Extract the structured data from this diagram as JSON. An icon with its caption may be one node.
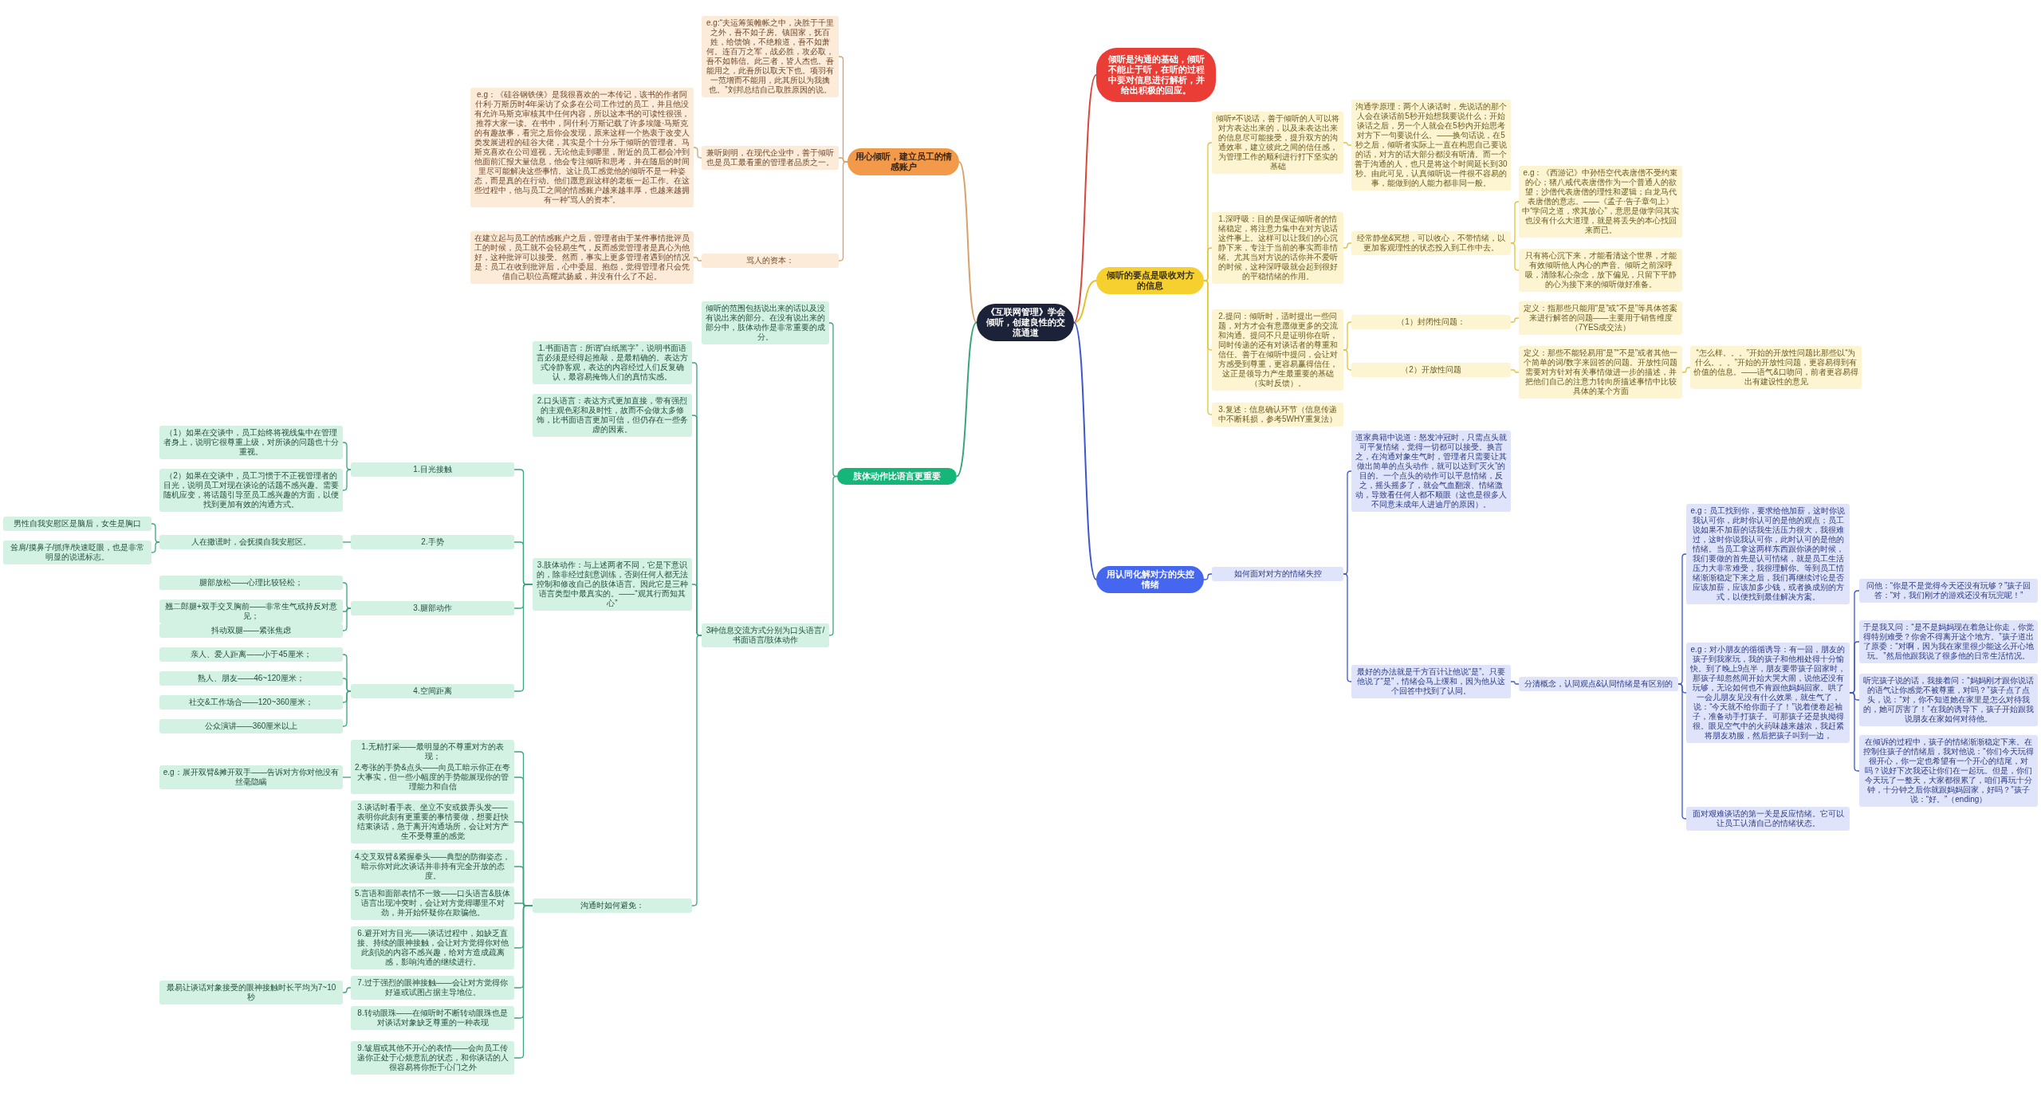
{
  "diagram": {
    "nodes": [
      {
        "text": [
          "《互联网管理》学会倾听，创建良性的交流通道"
        ]
      },
      {
        "text": [
          "倾听是沟通的基础，倾听不能止于听，在听的过程中要对信息进行解析，并给出积极的回应。"
        ]
      },
      {
        "text": [
          "用心倾听，建立员工的情感账户"
        ]
      },
      {
        "text": [
          "e.g:“夫运筹策帷帐之中，决胜于千里之外，吾不如子房。镇国家，抚百姓，给馈饷，不绝粮道，吾不如萧何。连百万之军，战必胜，攻必取，吾不如韩信。此三者，皆人杰也。吾能用之，此吾所以取天下也。项羽有一范增而不能用，此其所以为我擒也。”刘邦总结自己取胜原因的说。"
        ]
      },
      {
        "text": [
          "兼听则明，在现代企业中，善于倾听也是员工最看重的管理者品质之一。"
        ]
      },
      {
        "text": [
          "e.g：《硅谷钢铁侠》是我很喜欢的一本传记，该书的作者阿什利·万斯历时4年采访了众多在公司工作过的员工，并且他没有允许马斯克审核其中任何内容，所以这本书的可读性很强，推荐大家一读。在书中，阿什利·万斯记载了许多埃隆·马斯克的有趣故事，看完之后你会发现，原来这样一个热衷于改变人类发展进程的硅谷大佬，其实是个十分乐于倾听的管理者。马斯克喜欢在公司巡视，无论他走到哪里，附近的员工都会冲到他面前汇报大量信息，他会专注倾听和思考，并在随后的时间里尽可能解决这些事情。这让员工感觉他的倾听不是一种姿态，而是真的在行动。他们愿意跟这样的老板一起工作。在这些过程中，他与员工之间的情感账户越来越丰厚，也越来越拥有一种“骂人的资本”。"
        ]
      },
      {
        "text": [
          "骂人的资本："
        ]
      },
      {
        "text": [
          "在建立起与员工的情感账户之后，管理者由于某件事情批评员工的时候，员工就不会轻易生气，反而感觉管理者是真心为他好，这种批评可以接受。然而，事实上更多管理者遇到的情况是：员工在收到批评后，心中委屈、抱怨，觉得管理者只会凭借自己职位高耀武扬威，并没有什么了不起。"
        ]
      },
      {
        "text": [
          "倾听的要点是吸收对方的信息"
        ]
      },
      {
        "text": [
          "倾听≠不说话，善于倾听的人可以将对方表达出来的，以及未表达出来的信息尽可能接受，提升双方的沟通效率，建立彼此之间的信任感，为管理工作的顺利进行打下坚实的基础"
        ]
      },
      {
        "text": [
          "沟通学原理：两个人谈话时，先说话的那个人会在谈话前5秒开始想我要说什么；开始谈话之后，另一个人就会在5秒内开始思考对方下一句要说什么。——换句话说，在5秒之后，倾听者实际上一直在构思自己要说的话，对方的话大部分都没有听清。而一个善于沟通的人，也只是将这个时间延长到30秒。由此可见，认真倾听说一件很不容易的事，能做到的人能力都非同一般。"
        ]
      },
      {
        "text": [
          "1.深呼吸：目的是保证倾听者的情绪稳定，将注意力集中在对方说话这件事上。这样可以让我们的心沉静下来，专注于当前的事实而非情绪。尤其当对方说的话你并不爱听的时候，这种深呼吸就会起到很好的平稳情绪的作用。"
        ]
      },
      {
        "text": [
          "经常静坐&冥想，可以收心，不带情绪，以更加客观理性的状态投入到工作中去。"
        ]
      },
      {
        "text": [
          "e.g：《西游记》中孙悟空代表唐僧不受约束的心；猪八戒代表唐僧作为一个普通人的欲望；沙僧代表唐僧的理性和逻辑；白龙马代表唐僧的意志。——《孟子·告子章句上》中“学问之道，求其放心”，意思是做学问其实也没有什么大道理，就是将丢失的本心找回来而已。"
        ]
      },
      {
        "text": [
          "只有将心沉下来，才能看清这个世界，才能有效倾听他人内心的声音。倾听之前深呼吸，清除私心杂念，放下偏见，只留下平静的心为接下来的倾听做好准备。"
        ]
      },
      {
        "text": [
          "2.提问：倾听时，适时提出一些问题，对方才会有意愿做更多的交流和沟通。提问不只是证明你在听，同时传递的还有对谈话者的尊重和信任。善于在倾听中提问，会让对方感受到尊重，更容易赢得信任，这正是领导力产生最重要的基础（实时反馈）。"
        ]
      },
      {
        "text": [
          "（1）封闭性问题："
        ]
      },
      {
        "text": [
          "定义：指那些只能用“是”或“不是”等具体答案来进行解答的问题——主要用于销售维度（7YES成交法）"
        ]
      },
      {
        "text": [
          "（2）开放性问题"
        ]
      },
      {
        "text": [
          "定义：那些不能轻易用“是”“不是”或者其他一个简单的词/数字来回答的问题。开放性问题需要对方针对有关事情做进一步的描述，并把他们自己的注意力转向所描述事情中比较具体的某个方面"
        ]
      },
      {
        "text": [
          "“怎么样。。。”开始的开放性问题比那些以“为什么。。。”开始的开放性问题，更容易得到有价值的信息。——语气&口吻问，前者更容易得出有建设性的意见"
        ]
      },
      {
        "text": [
          "3.复述：信息确认环节（信息传递中不断耗损，参考5WHY重复法）"
        ]
      },
      {
        "text": [
          "用认同化解对方的失控情绪"
        ]
      },
      {
        "text": [
          "如何面对对方的情绪失控"
        ]
      },
      {
        "text": [
          "道家典籍中说道：怒发冲冠时，只需点头就可平复情绪，觉得一切都可以接受。换言之，在沟通对象生气时，管理者只需要让其做出简单的点头动作，就可以达到“灭火”的目的。一个点头的动作可以平息情绪，反之，摇头摇多了，就会气血翻滚、情绪激动，导致看任何人都不顺眼（这也是很多人不同意未成年人进迪厅的原因）。"
        ]
      },
      {
        "text": [
          "最好的办法就是千方百计让他说“是”。只要他说了“是”，情绪会马上缓和，因为他从这个回答中找到了认同。"
        ]
      },
      {
        "text": [
          "分清概念，认同观点&认同情绪是有区别的"
        ]
      },
      {
        "text": [
          "e.g：员工找到你，要求给他加薪，这时你说我认可你，此时你认可的是他的观点；员工说如果不加薪的话我生活压力很大，我很难过，这时你说我认可你，此时认可的是他的情绪。当员工拿这两样东西跟你谈的时候，我们要做的首先是认可情绪，就是员工生活压力大非常难受，我很理解你。等到员工情绪渐渐稳定下来之后，我们再继续讨论是否应该加薪，应该加多少钱，或者换成别的方式，以便找到最佳解决方案。"
        ]
      },
      {
        "text": [
          "e.g：对小朋友的循循诱导：有一回，朋友的孩子到我家玩，我的孩子和他相处得十分愉快。到了晚上9点半，朋友要带孩子回家时，那孩子却忽然间开始大哭大闹，说他还没有玩够，无论如何也不肯跟他妈妈回家。哄了一会儿朋友见没有什么效果，就生气了，说：“今天就不给你面子了！”说着便卷起袖子，准备动手打孩子。可那孩子还是执拗得很。眼见空气中的火药味越来越浓，我赶紧将朋友劝服，然后把孩子叫到一边，"
        ]
      },
      {
        "text": [
          "问他：“你是不是觉得今天还没有玩够？”孩子回答：“对，我们刚才的游戏还没有玩完呢！”"
        ]
      },
      {
        "text": [
          "于是我又问：“是不是妈妈现在着急让你走，你觉得特别难受？你舍不得离开这个地方。”孩子道出了原委：“对啊，因为我在家里很少能这么开心地玩。”然后他跟我说了很多他的日常生活情况。"
        ]
      },
      {
        "text": [
          "听完孩子说的话，我接着问：“妈妈刚才跟你说话的语气让你感觉不被尊重，对吗？”孩子点了点头，说：“对，你不知道她在家里是怎么对待我的，她可厉害了！”在我的诱导下，孩子开始跟我说朋友在家如何对待他。"
        ]
      },
      {
        "text": [
          "在倾诉的过程中，孩子的情绪渐渐稳定下来。在控制住孩子的情绪后，我对他说：“你们今天玩得很开心，你一定也希望有一个开心的结尾，对吗？说好下次我还让你们在一起玩。但是，你们今天玩了一整天，大家都很累了，咱们再玩十分钟，十分钟之后你就跟妈妈回家，好吗？”孩子说：“好。”（ending）"
        ]
      },
      {
        "text": [
          "面对艰难谈话的第一关是反应情绪。它可以让员工认清自己的情绪状态。"
        ]
      },
      {
        "text": [
          "肢体动作比语言更重要"
        ]
      },
      {
        "text": [
          "倾听的范围包括说出来的话以及没有说出来的部分。在没有说出来的部分中，肢体动作是非常重要的成分。"
        ]
      },
      {
        "text": [
          "3种信息交流方式分别为口头语言/书面语言/肢体动作"
        ]
      },
      {
        "text": [
          "1.书面语言：所谓“白纸黑字”，说明书面语言必须是经得起推敲，是最精确的。表达方式冷静客观，表达的内容经过人们反复确认，最容易掩饰人们的真情实感。"
        ]
      },
      {
        "text": [
          "2.口头语言：表达方式更加直接，带有强烈的主观色彩和及时性，故而不会做太多修饰，比书面语言更加可信，但仍存在一些务虚的因素。"
        ]
      },
      {
        "text": [
          "3.肢体动作：与上述两者不同，它是下意识的，除非经过刻意训练，否则任何人都无法控制和修改自己的肢体语言。因此它是三种语言类型中最真实的。——“观其行而知其心”"
        ]
      },
      {
        "text": [
          "1.目光接触"
        ]
      },
      {
        "text": [
          "（1）如果在交谈中，员工始终将视线集中在管理者身上，说明它很尊重上级，对所谈的问题也十分重视。"
        ]
      },
      {
        "text": [
          "（2）如果在交谈中，员工习惯于不正视管理者的目光，说明员工对现在谈论的话题不感兴趣。需要随机应变，将话题引导至员工感兴趣的方面，以便找到更加有效的沟通方式。"
        ]
      },
      {
        "text": [
          "2.手势"
        ]
      },
      {
        "text": [
          "人在撒谎时，会抚摸自我安慰区。"
        ]
      },
      {
        "text": [
          "男性自我安慰区是脑后，女生是胸口"
        ]
      },
      {
        "text": [
          "耸肩/摸鼻子/抓痒/快速眨眼，也是非常明显的说谎标志。"
        ]
      },
      {
        "text": [
          "3.腿部动作"
        ]
      },
      {
        "text": [
          "腿部放松——心理比较轻松；"
        ]
      },
      {
        "text": [
          "翘二郎腿+双手交叉胸前——非常生气或持反对意见；"
        ]
      },
      {
        "text": [
          "抖动双腿——紧张焦虑"
        ]
      },
      {
        "text": [
          "4.空间距离"
        ]
      },
      {
        "text": [
          "亲人、爱人距离——小于45厘米；"
        ]
      },
      {
        "text": [
          "熟人、朋友——46~120厘米；"
        ]
      },
      {
        "text": [
          "社交&工作场合——120~360厘米；"
        ]
      },
      {
        "text": [
          "公众演讲——360厘米以上"
        ]
      },
      {
        "text": [
          "沟通时如何避免："
        ]
      },
      {
        "text": [
          "1.无精打采——最明显的不尊重对方的表现；"
        ]
      },
      {
        "text": [
          "2.夸张的手势&点头——向员工暗示你正在夸大事实，但一些小幅度的手势能展现你的管理能力和自信"
        ]
      },
      {
        "text": [
          "e.g：展开双臂&摊开双手——告诉对方你对他没有丝毫隐瞒"
        ]
      },
      {
        "text": [
          "3.谈话时看手表、坐立不安或拨弄头发——表明你此刻有更重要的事情要做，想要赶快结束谈话，急于离开沟通场所，会让对方产生不受尊重的感觉"
        ]
      },
      {
        "text": [
          "4.交叉双臂&紧握拳头——典型的防御姿态，暗示你对此次谈话并非持有完全开放的态度。"
        ]
      },
      {
        "text": [
          "5.言语和面部表情不一致——口头语言&肢体语言出现冲突时，会让对方觉得哪里不对劲，并开始怀疑你在欺骗他。"
        ]
      },
      {
        "text": [
          "6.避开对方目光——谈话过程中，如缺乏直接、持续的眼神接触，会让对方觉得你对他此刻说的内容不感兴趣，给对方造成疏离感，影响沟通的继续进行。"
        ]
      },
      {
        "text": [
          "7.过于强烈的眼神接触——会让对方觉得你好逼或试图占据主导地位。"
        ]
      },
      {
        "text": [
          "最易让谈话对象接受的眼神接触时长平均为7~10秒"
        ]
      },
      {
        "text": [
          "8.转动眼珠——在倾听时不断转动眼珠也是对谈话对象缺乏尊重的一种表现"
        ]
      },
      {
        "text": [
          "9.皱眉或其他不开心的表情——会向员工传递你正处于心烦意乱的状态，和你谈话的人很容易将你拒于心门之外"
        ]
      }
    ],
    "edges": [
      {
        "from": 0,
        "to": 1,
        "arrow": "none",
        "color": "#d9473c"
      },
      {
        "from": 0,
        "to": 2,
        "arrow": "none",
        "color": "#d8a06a"
      },
      {
        "from": 2,
        "to": 3,
        "arrow": "none",
        "color": "#d8a06a"
      },
      {
        "from": 2,
        "to": 4,
        "arrow": "none",
        "color": "#d8a06a"
      },
      {
        "from": 4,
        "to": 5,
        "arrow": "none",
        "color": "#d8a06a"
      },
      {
        "from": 2,
        "to": 6,
        "arrow": "none",
        "color": "#d8a06a"
      },
      {
        "from": 6,
        "to": 7,
        "arrow": "none",
        "color": "#d8a06a"
      },
      {
        "from": 0,
        "to": 8,
        "arrow": "none",
        "color": "#e3c22f"
      },
      {
        "from": 8,
        "to": 9,
        "arrow": "none",
        "color": "#e3c22f"
      },
      {
        "from": 9,
        "to": 10,
        "arrow": "none",
        "color": "#e3c22f"
      },
      {
        "from": 8,
        "to": 11,
        "arrow": "none",
        "color": "#e3c22f"
      },
      {
        "from": 11,
        "to": 12,
        "arrow": "none",
        "color": "#e3c22f"
      },
      {
        "from": 12,
        "to": 13,
        "arrow": "none",
        "color": "#e3c22f"
      },
      {
        "from": 12,
        "to": 14,
        "arrow": "none",
        "color": "#e3c22f"
      },
      {
        "from": 8,
        "to": 15,
        "arrow": "none",
        "color": "#e3c22f"
      },
      {
        "from": 15,
        "to": 16,
        "arrow": "none",
        "color": "#e3c22f"
      },
      {
        "from": 16,
        "to": 17,
        "arrow": "none",
        "color": "#e3c22f"
      },
      {
        "from": 15,
        "to": 18,
        "arrow": "none",
        "color": "#e3c22f"
      },
      {
        "from": 18,
        "to": 19,
        "arrow": "none",
        "color": "#e3c22f"
      },
      {
        "from": 19,
        "to": 20,
        "arrow": "none",
        "color": "#e3c22f"
      },
      {
        "from": 8,
        "to": 21,
        "arrow": "none",
        "color": "#e3c22f"
      },
      {
        "from": 0,
        "to": 22,
        "arrow": "none",
        "color": "#3b57cf"
      },
      {
        "from": 22,
        "to": 23,
        "arrow": "none",
        "color": "#3b57cf"
      },
      {
        "from": 23,
        "to": 24,
        "arrow": "none",
        "color": "#3b57cf"
      },
      {
        "from": 23,
        "to": 25,
        "arrow": "none",
        "color": "#3b57cf"
      },
      {
        "from": 25,
        "to": 26,
        "arrow": "none",
        "color": "#3b57cf"
      },
      {
        "from": 26,
        "to": 27,
        "arrow": "none",
        "color": "#3b57cf"
      },
      {
        "from": 26,
        "to": 28,
        "arrow": "none",
        "color": "#3b57cf"
      },
      {
        "from": 28,
        "to": 29,
        "arrow": "none",
        "color": "#3b57cf"
      },
      {
        "from": 28,
        "to": 30,
        "arrow": "none",
        "color": "#3b57cf"
      },
      {
        "from": 28,
        "to": 31,
        "arrow": "none",
        "color": "#3b57cf"
      },
      {
        "from": 28,
        "to": 32,
        "arrow": "none",
        "color": "#3b57cf"
      },
      {
        "from": 26,
        "to": 33,
        "arrow": "none",
        "color": "#3b57cf"
      },
      {
        "from": 0,
        "to": 34,
        "arrow": "none"
      },
      {
        "from": 34,
        "to": 35,
        "arrow": "none"
      },
      {
        "from": 34,
        "to": 36,
        "arrow": "none"
      },
      {
        "from": 36,
        "to": 37,
        "arrow": "none"
      },
      {
        "from": 36,
        "to": 38,
        "arrow": "none"
      },
      {
        "from": 36,
        "to": 39,
        "arrow": "none"
      },
      {
        "from": 39,
        "to": 40,
        "arrow": "none"
      },
      {
        "from": 40,
        "to": 41,
        "arrow": "none"
      },
      {
        "from": 40,
        "to": 42,
        "arrow": "none"
      },
      {
        "from": 39,
        "to": 43,
        "arrow": "none"
      },
      {
        "from": 43,
        "to": 44,
        "arrow": "none"
      },
      {
        "from": 44,
        "to": 45,
        "arrow": "none"
      },
      {
        "from": 44,
        "to": 46,
        "arrow": "none"
      },
      {
        "from": 39,
        "to": 47,
        "arrow": "none"
      },
      {
        "from": 47,
        "to": 48,
        "arrow": "none"
      },
      {
        "from": 47,
        "to": 49,
        "arrow": "none"
      },
      {
        "from": 47,
        "to": 50,
        "arrow": "none"
      },
      {
        "from": 39,
        "to": 51,
        "arrow": "none"
      },
      {
        "from": 51,
        "to": 52,
        "arrow": "none"
      },
      {
        "from": 51,
        "to": 53,
        "arrow": "none"
      },
      {
        "from": 51,
        "to": 54,
        "arrow": "none"
      },
      {
        "from": 51,
        "to": 55,
        "arrow": "none"
      },
      {
        "from": 36,
        "to": 56,
        "arrow": "none"
      },
      {
        "from": 56,
        "to": 57,
        "arrow": "none"
      },
      {
        "from": 56,
        "to": 58,
        "arrow": "none"
      },
      {
        "from": 58,
        "to": 59,
        "arrow": "none"
      },
      {
        "from": 56,
        "to": 60,
        "arrow": "none"
      },
      {
        "from": 56,
        "to": 61,
        "arrow": "none"
      },
      {
        "from": 56,
        "to": 62,
        "arrow": "none"
      },
      {
        "from": 56,
        "to": 63,
        "arrow": "none"
      },
      {
        "from": 56,
        "to": 64,
        "arrow": "none"
      },
      {
        "from": 64,
        "to": 65,
        "arrow": "none"
      },
      {
        "from": 56,
        "to": 66,
        "arrow": "none"
      },
      {
        "from": 56,
        "to": 67,
        "arrow": "none"
      }
    ]
  }
}
